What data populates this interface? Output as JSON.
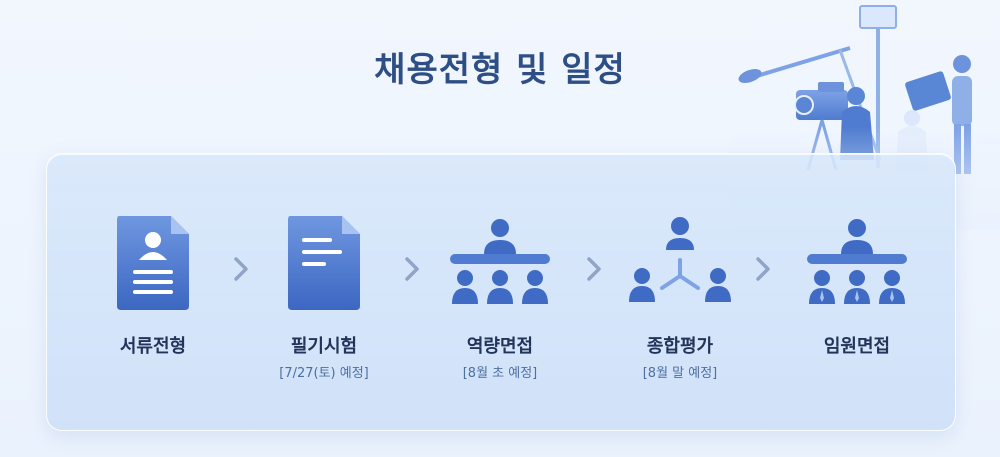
{
  "title": "채용전형 및 일정",
  "colors": {
    "title": "#2d4f86",
    "icon_dark": "#3f6bc4",
    "icon_light": "#7ea2e6",
    "arrow": "#8fa4c7"
  },
  "steps": [
    {
      "name": "서류전형",
      "sub": "",
      "icon": "resume-document-icon"
    },
    {
      "name": "필기시험",
      "sub": "[7/27(토) 예정]",
      "icon": "written-exam-document-icon"
    },
    {
      "name": "역량면접",
      "sub": "[8월 초 예정]",
      "icon": "panel-interview-icon"
    },
    {
      "name": "종합평가",
      "sub": "[8월 말 예정]",
      "icon": "evaluation-network-icon"
    },
    {
      "name": "임원면접",
      "sub": "",
      "icon": "executive-interview-icon"
    }
  ]
}
